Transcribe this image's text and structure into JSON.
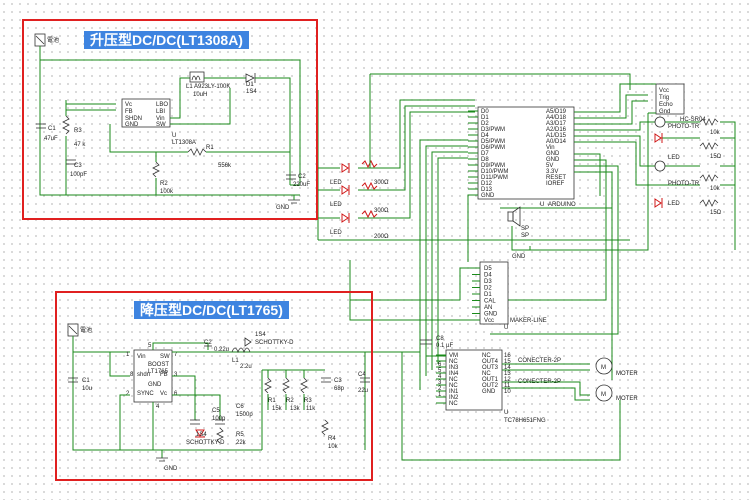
{
  "boost_title": "升压型DC/DC(LT1308A)",
  "buck_title": "降压型DC/DC(LT1765)",
  "battery": "電池",
  "gnd": "GND",
  "boost": {
    "chip": "U",
    "chip_name": "LT1308A",
    "pins_left": [
      "Vc",
      "FB",
      "SHDN",
      "GND"
    ],
    "pins_right": [
      "LBO",
      "LBI",
      "Vin",
      "SW"
    ],
    "l1": "L1  A923LY-100K",
    "l1_val": "10uH",
    "d1": "D1",
    "d1_val": "1S4",
    "c1": "C1",
    "c1_val": "47uF",
    "r3": "R3",
    "r3_val": "47 k",
    "c3": "C3",
    "c3_val": "100pF",
    "r1": "R1",
    "r1_val": "556k",
    "r2": "R2",
    "r2_val": "100k",
    "c2": "C2",
    "c2_val": "220uF"
  },
  "leds": {
    "label": "LED",
    "r300a": "300Ω",
    "r300b": "300Ω",
    "r200": "200Ω"
  },
  "arduino": {
    "name": "ARDUINO",
    "ref": "U",
    "pins_left": [
      "D0",
      "D1",
      "D2",
      "D3/PWM",
      "D4",
      "D5/PWM",
      "D6/PWM",
      "D7",
      "D8",
      "D9/PWM",
      "D10/PWM",
      "D11/PWM",
      "D12",
      "D13",
      "GND"
    ],
    "pins_right": [
      "A5/D19",
      "A4/D18",
      "A3/D17",
      "A2/D16",
      "A1/D15",
      "A0/D14",
      "Vin",
      "GND",
      "GND",
      "5V",
      "3.3V",
      "RESET",
      "IOREF"
    ]
  },
  "speaker": {
    "ref": "SP",
    "name": "SP"
  },
  "makerline": {
    "name": "MAKER-LINE",
    "ref": "U",
    "pins": [
      "D5",
      "D4",
      "D3",
      "D2",
      "D1",
      "CAL",
      "AN",
      "GND",
      "Vcc"
    ]
  },
  "hcsr04": {
    "name": "HC-SR04",
    "pins": [
      "Vcc",
      "Trig",
      "Echo",
      "Gnd"
    ]
  },
  "sensors": {
    "photo_tr": "PHOTO-TR",
    "led": "LED",
    "r10k": "10k",
    "r15": "15Ω"
  },
  "buck": {
    "chip_name": "LT1765",
    "boost_pin": "BOOST",
    "pins_left": [
      "Vin",
      "shdn",
      "SYNC"
    ],
    "pins_right": [
      "SW",
      "FB",
      "Vc"
    ],
    "pin_nums": [
      "1",
      "8",
      "2",
      "4",
      "7",
      "3",
      "6",
      "5"
    ],
    "gnd_pin": "GND",
    "c1": "C1",
    "c1_val": "10u",
    "c2": "C2",
    "c2_val": "0.22u",
    "d_sch": "1S4",
    "schottky": "SCHOTTKY-D",
    "l1": "L1",
    "l1_val": "2.2u",
    "r1": "R1",
    "r1_val": "15k",
    "r2": "R2",
    "r2_val": "13k",
    "r3": "R3",
    "r3_val": "11k",
    "c3": "C3",
    "c3_val": "68p",
    "c4": "C4",
    "c4_val": "22u",
    "r4": "R4",
    "r4_val": "10k",
    "c5": "C5",
    "c5_val": "100p",
    "c6": "C6",
    "c6_val": "1500p",
    "r5": "R5",
    "r5_val": "22k"
  },
  "driver": {
    "name": "TC78H651FNG",
    "ref": "U",
    "pins_left": [
      "VM",
      "NC",
      "IN3",
      "IN4",
      "NC",
      "NC",
      "IN1",
      "IN2",
      "NC"
    ],
    "pins_right": [
      "NC",
      "OUT4",
      "OUT3",
      "NC",
      "OUT1",
      "OUT2",
      "GND"
    ],
    "pin_nums_left": [
      "6",
      "5",
      "4",
      "3",
      "2",
      "1"
    ],
    "pin_nums_right": [
      "16",
      "15",
      "14",
      "13",
      "12",
      "11",
      "10"
    ],
    "c8": "C8",
    "c8_val": "0.1 µF"
  },
  "connectors": [
    "CONECTER-2P",
    "CONECTER-2P"
  ],
  "motors": [
    "MOTER",
    "MOTER"
  ],
  "motor_glyph": "M"
}
